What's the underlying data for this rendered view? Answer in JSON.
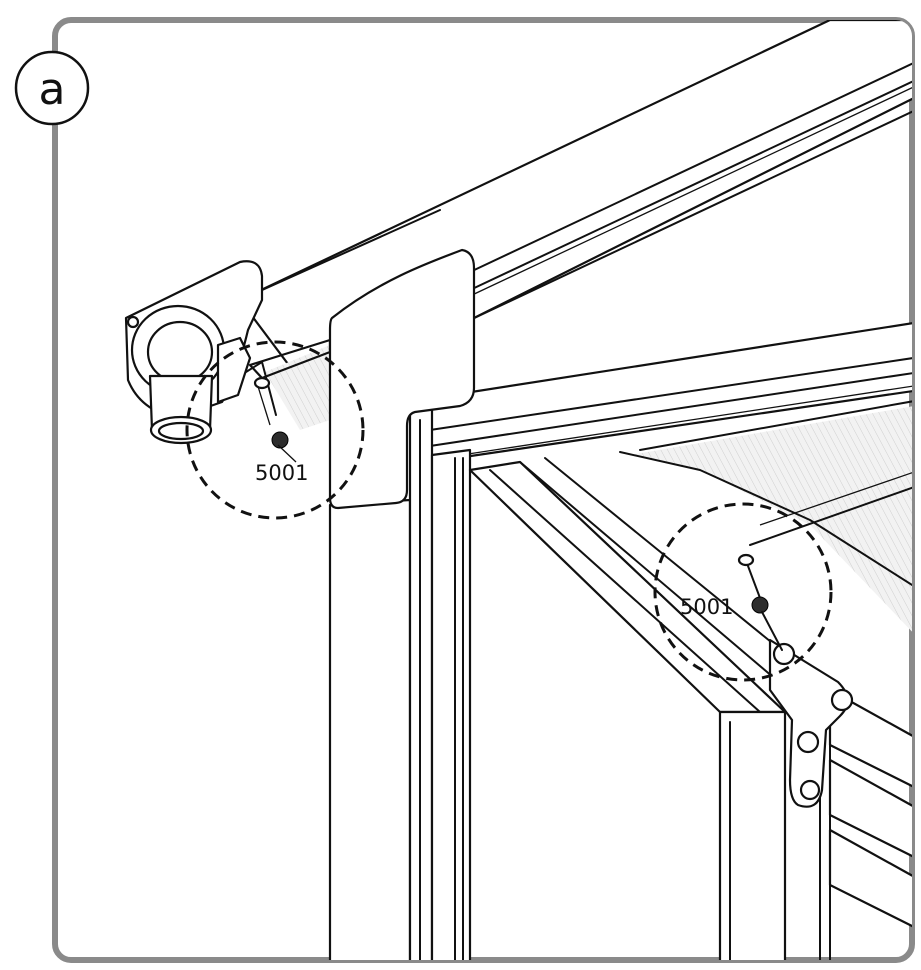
{
  "step_label": "a",
  "callouts": [
    {
      "part_number": "5001"
    },
    {
      "part_number": "5001"
    }
  ]
}
